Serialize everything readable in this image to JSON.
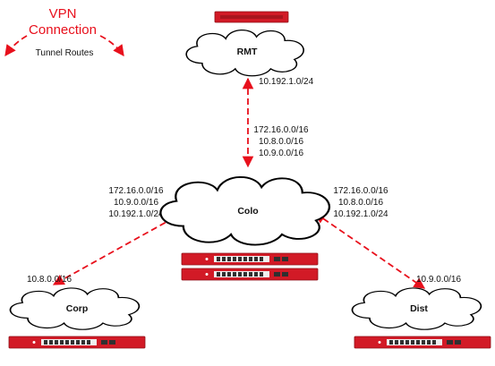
{
  "legend": {
    "title_line1": "VPN",
    "title_line2": "Connection",
    "subtitle": "Tunnel Routes"
  },
  "sites": {
    "rmt": {
      "label": "RMT",
      "local_subnet": "10.192.1.0/24"
    },
    "colo": {
      "label": "Colo",
      "routes_to_rmt": [
        "172.16.0.0/16",
        "10.8.0.0/16",
        "10.9.0.0/16"
      ],
      "routes_to_corp": [
        "172.16.0.0/16",
        "10.9.0.0/16",
        "10.192.1.0/24"
      ],
      "routes_to_dist": [
        "172.16.0.0/16",
        "10.8.0.0/16",
        "10.192.1.0/24"
      ]
    },
    "corp": {
      "label": "Corp",
      "local_subnet": "10.8.0.0/16"
    },
    "dist": {
      "label": "Dist",
      "local_subnet": "10.9.0.0/16"
    }
  },
  "colors": {
    "tunnel": "#e8101c",
    "firewall": "#d21a26"
  }
}
